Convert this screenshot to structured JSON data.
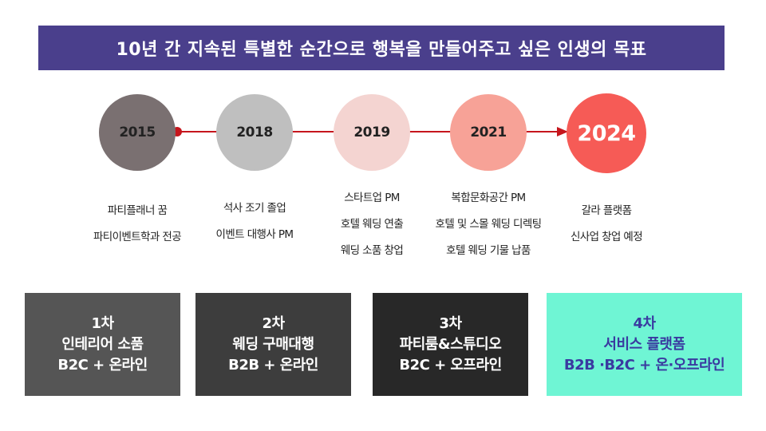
{
  "title": "10년 간 지속된 특별한 순간으로 행복을 만들어주고 싶은 인생의 목표",
  "colors": {
    "banner": "#4a3f8c",
    "timeline": "#c6161d",
    "circle_2015": "#7a7071",
    "circle_2018": "#bfbfbf",
    "circle_2019": "#f4d4d1",
    "circle_2021": "#f7a297",
    "circle_2024": "#f65b56",
    "stage_1": "#555555",
    "stage_2": "#3d3d3d",
    "stage_3": "#282828",
    "stage_4": "#6ff5d4",
    "stage_4_text": "#3a3aa0"
  },
  "timeline": [
    {
      "year": "2015",
      "lines": [
        "파티플래너 꿈",
        "파티이벤트학과 전공"
      ]
    },
    {
      "year": "2018",
      "lines": [
        "석사 조기 졸업",
        "이벤트 대행사 PM"
      ]
    },
    {
      "year": "2019",
      "lines": [
        "스타트업 PM",
        "호텔 웨딩 연출",
        "웨딩 소품 창업"
      ]
    },
    {
      "year": "2021",
      "lines": [
        "복합문화공간 PM",
        "호텔 및 스몰 웨딩 디렉팅",
        "호텔 웨딩 기물 납품"
      ]
    },
    {
      "year": "2024",
      "lines": [
        "갈라 플랫폼",
        "신사업 창업 예정"
      ]
    }
  ],
  "stages": [
    {
      "step": "1차",
      "name": "인테리어 소품",
      "channel": "B2C + 온라인"
    },
    {
      "step": "2차",
      "name": "웨딩 구매대행",
      "channel": "B2B + 온라인"
    },
    {
      "step": "3차",
      "name": "파티룸&스튜디오",
      "channel": "B2C + 오프라인"
    },
    {
      "step": "4차",
      "name": "서비스 플랫폼",
      "channel": "B2B ·B2C + 온·오프라인"
    }
  ]
}
